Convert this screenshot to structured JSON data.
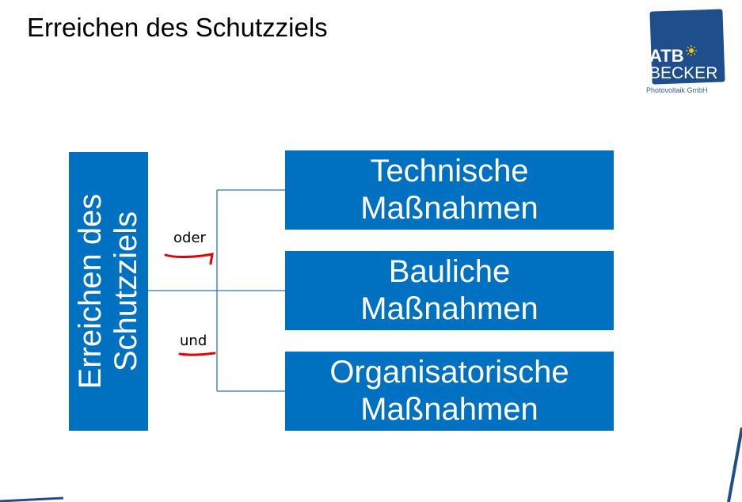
{
  "title": "Erreichen des Schutzziels",
  "logo": {
    "line1": "ATB",
    "line2": "BECKER",
    "subtitle": "Photovoltaik GmbH",
    "icon": "sun-icon",
    "colors": {
      "box": "#1e4f8c",
      "sun": "#f5c400"
    }
  },
  "diagram": {
    "root": {
      "line1": "Erreichen des",
      "line2": "Schutzziels"
    },
    "operators": {
      "or": "oder",
      "and": "und"
    },
    "children": [
      {
        "line1": "Technische",
        "line2": "Maßnahmen"
      },
      {
        "line1": "Bauliche",
        "line2": "Maßnahmen"
      },
      {
        "line1": "Organisatorische",
        "line2": "Maßnahmen"
      }
    ],
    "colors": {
      "box": "#0070c0",
      "connector": "#2e75b6",
      "annotation": "#e60000",
      "accent": "#1f4e8c"
    }
  }
}
